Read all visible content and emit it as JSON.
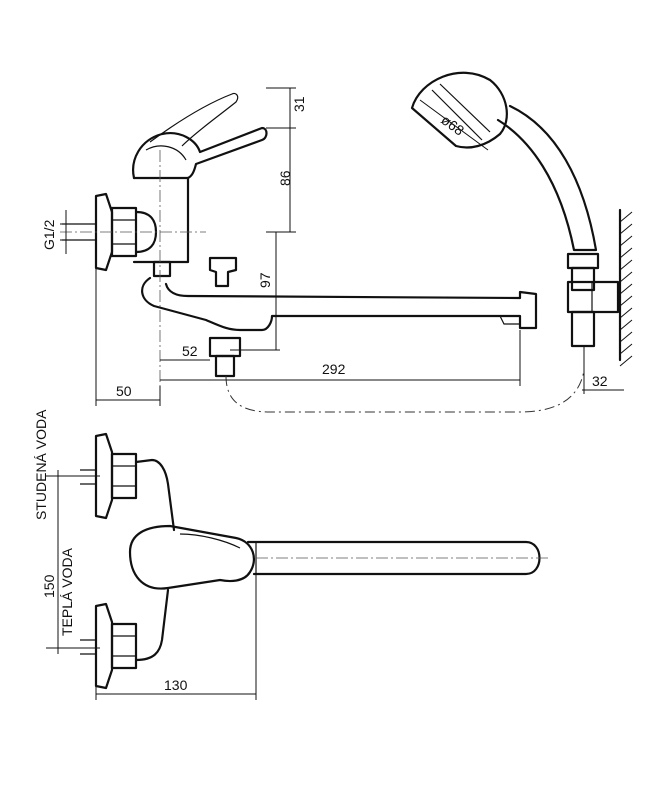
{
  "dimensions": {
    "d31": "31",
    "d86": "86",
    "thread": "G1/2",
    "d97": "97",
    "d52": "52",
    "d292": "292",
    "d50": "50",
    "d32": "32",
    "shower_diameter": "ø68",
    "d150": "150",
    "d130": "130"
  },
  "labels": {
    "cold_water": "STUDENÁ VODA",
    "hot_water": "TEPLÁ VODA"
  }
}
